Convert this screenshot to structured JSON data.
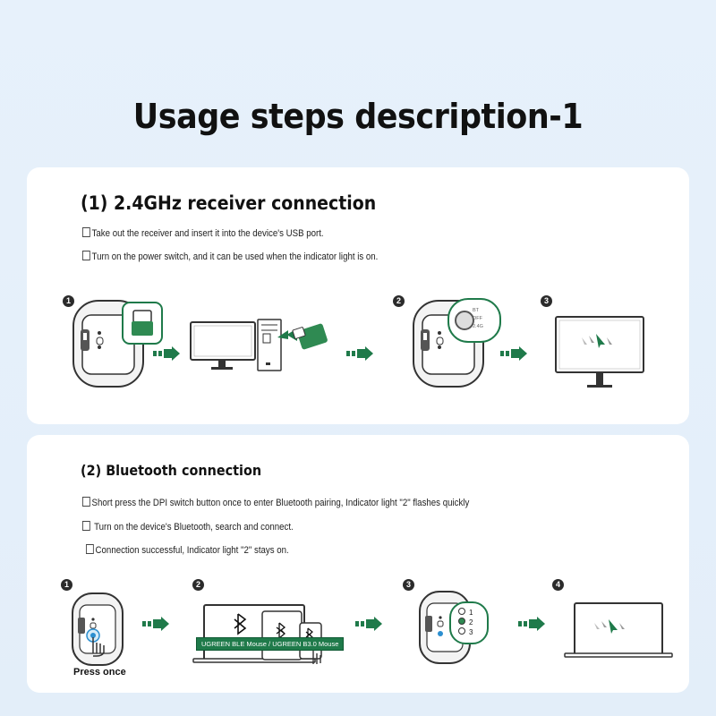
{
  "title": "Usage steps description-1",
  "section1": {
    "title": "(1) 2.4GHz receiver connection",
    "steps": [
      "Take out the receiver and insert it into the device's USB port.",
      "Turn on the power switch, and it can be used when the indicator light is on."
    ],
    "step_numbers": [
      "1",
      "2",
      "3"
    ],
    "switch_labels": [
      "BT",
      "OFF",
      "2.4G"
    ]
  },
  "section2": {
    "title": "(2) Bluetooth connection",
    "steps": [
      "Short press the DPI switch button once to enter Bluetooth pairing, Indicator light \"2\" flashes quickly",
      " Turn on the device's Bluetooth, search and connect.",
      "Connection successful, Indicator light \"2\" stays on."
    ],
    "step_numbers": [
      "1",
      "2",
      "3",
      "4"
    ],
    "press_caption": "Press once",
    "device_label": "UGREEN BLE Mouse / UGREEN B3.0 Mouse",
    "indicator_labels": [
      "1",
      "2",
      "3"
    ]
  },
  "colors": {
    "accent": "#1f7a4a",
    "background": "#e5f0fa",
    "card": "#ffffff"
  },
  "icons": [
    "mouse-icon",
    "usb-receiver-icon",
    "desktop-computer-icon",
    "arrow-right-icon",
    "monitor-icon",
    "laptop-icon",
    "tablet-icon",
    "phone-icon",
    "bluetooth-icon",
    "hand-pointer-icon",
    "cursor-icon"
  ]
}
